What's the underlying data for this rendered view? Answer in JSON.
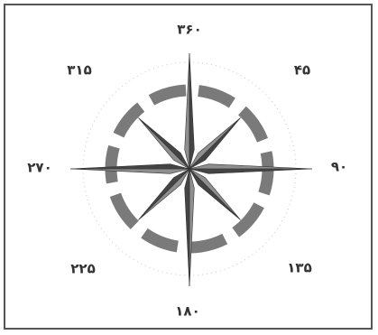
{
  "bearings": {
    "n": "۳۶۰",
    "ne": "۴۵",
    "e": "۹۰",
    "se": "۱۳۵",
    "s": "۱۸۰",
    "sw": "۲۲۵",
    "w": "۲۷۰",
    "nw": "۳۱۵"
  },
  "colors": {
    "ring": "#7a7a7a",
    "star_dark": "#444444",
    "star_light": "#8f8f8f",
    "border": "#555555"
  },
  "icon": "compass-rose-icon"
}
